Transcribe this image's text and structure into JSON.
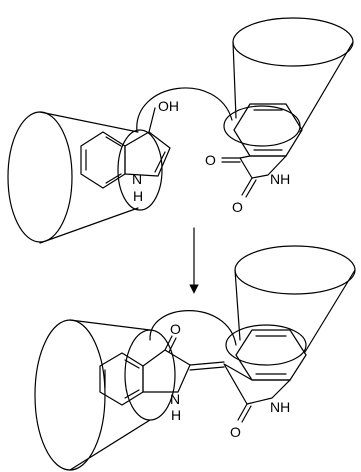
{
  "reactant": {
    "indoxyl": {
      "oh": "OH",
      "nh": "N",
      "h": "H"
    },
    "isatin": {
      "o1": "O",
      "o2": "O",
      "nh": "NH"
    }
  },
  "product": {
    "indigoid": {
      "o_top": "O",
      "nh": "N",
      "h": "H",
      "o_bottom": "O",
      "nh_right": "NH"
    }
  },
  "colors": {
    "line": "#000000",
    "background": "#ffffff"
  }
}
